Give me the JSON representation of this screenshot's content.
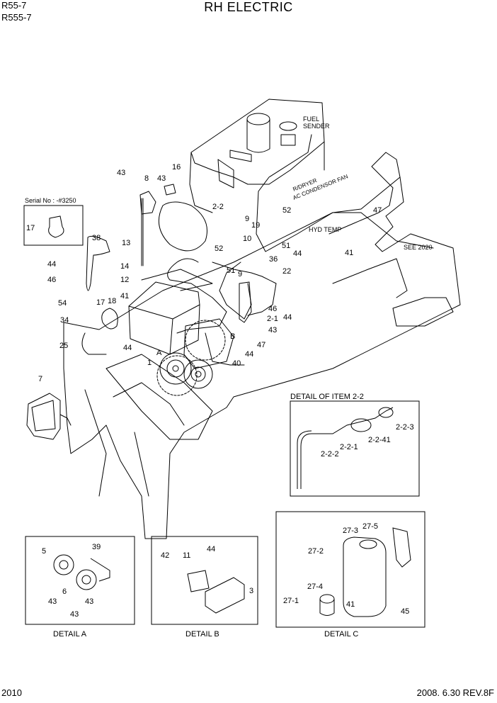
{
  "header": {
    "models": [
      "R55-7",
      "R555-7"
    ],
    "title": "RH ELECTRIC"
  },
  "footer": {
    "page": "2010",
    "date_rev": "2008. 6.30  REV.8F"
  },
  "callouts": [
    "FUEL",
    "SENDER",
    "R/DRYER",
    "AC CONDENSOR FAN",
    "HYD TEMP",
    "SEE 2020",
    "Serial No : -#3250",
    "43",
    "8",
    "43",
    "16",
    "2-2",
    "52",
    "10",
    "19",
    "9",
    "51",
    "9",
    "52",
    "36",
    "47",
    "51",
    "44",
    "41",
    "22",
    "46",
    "44",
    "2-1",
    "43",
    "47",
    "44",
    "40",
    "17",
    "38",
    "13",
    "44",
    "46",
    "14",
    "12",
    "54",
    "17",
    "18",
    "41",
    "34",
    "25",
    "44",
    "A",
    "1",
    "B",
    "7"
  ],
  "details": {
    "item22": {
      "title": "DETAIL OF ITEM 2-2",
      "labels": [
        "2-2-3",
        "2-2-1",
        "2-2-41",
        "2-2-2"
      ]
    },
    "a": {
      "caption": "DETAIL A",
      "labels": [
        "5",
        "39",
        "6",
        "43",
        "43",
        "43"
      ]
    },
    "b": {
      "caption": "DETAIL B",
      "labels": [
        "42",
        "11",
        "44",
        "3"
      ]
    },
    "c": {
      "caption": "DETAIL C",
      "labels": [
        "27-5",
        "27-3",
        "27-2",
        "27-4",
        "27-1",
        "41",
        "45"
      ]
    }
  }
}
